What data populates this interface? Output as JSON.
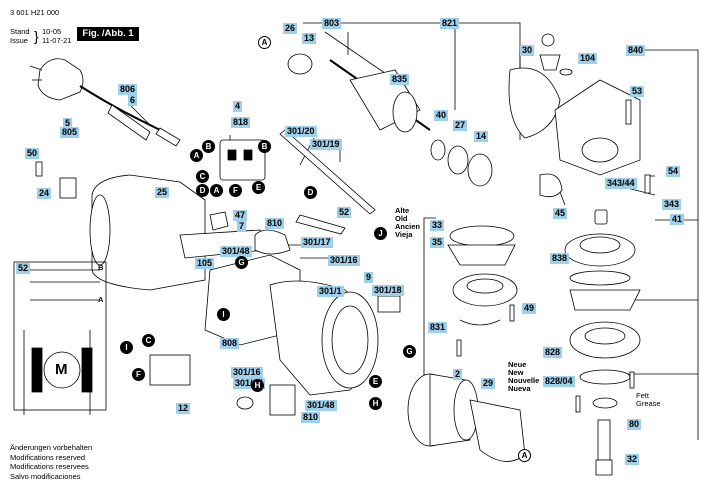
{
  "header": {
    "doc_number": "3 601 H21 000",
    "stand_label": "Stand",
    "issue_label": "Issue",
    "stand_date": "10-05",
    "issue_date": "11-07-21",
    "fig_label": "Fig. /Abb. 1"
  },
  "part_labels": [
    "803",
    "821",
    "26",
    "13",
    "30",
    "840",
    "835",
    "104",
    "806",
    "6",
    "5",
    "805",
    "4",
    "818",
    "53",
    "40",
    "27",
    "14",
    "301/20",
    "301/19",
    "50",
    "25",
    "24",
    "54",
    "343/44",
    "45",
    "343",
    "52",
    "47",
    "810",
    "7",
    "41",
    "301/48",
    "838",
    "301/17",
    "301/16",
    "105",
    "9",
    "33",
    "35",
    "301/1",
    "301/18",
    "49",
    "831",
    "808",
    "828",
    "828/04",
    "2",
    "29",
    "301/16",
    "301/17",
    "301/48",
    "810",
    "12",
    "80",
    "32"
  ],
  "circle_refs": [
    "A",
    "B",
    "A",
    "B",
    "C",
    "D",
    "A",
    "F",
    "E",
    "D",
    "J",
    "G",
    "I",
    "C",
    "I",
    "F",
    "H",
    "G",
    "E",
    "H"
  ],
  "wiring_inset": {
    "label": "52",
    "motor_letter": "M",
    "terminals": [
      "B",
      "A"
    ]
  },
  "bearing_variant_text": {
    "top_lines": [
      "Alte",
      "Old",
      "Ancien",
      "Vieja"
    ],
    "bottom_lines": [
      "Neue",
      "New",
      "Nouvelle",
      "Nueva"
    ]
  },
  "grease_note": {
    "lines": [
      "Fett",
      "Grease"
    ]
  },
  "footer": {
    "lines": [
      "Änderungen vorbehalten",
      "Modifications reserved",
      "Modifications reservees",
      "Salvo modificaciones"
    ]
  },
  "colors": {
    "label_fill": "#9fd0ea",
    "ink": "#000000",
    "paper": "#ffffff"
  }
}
